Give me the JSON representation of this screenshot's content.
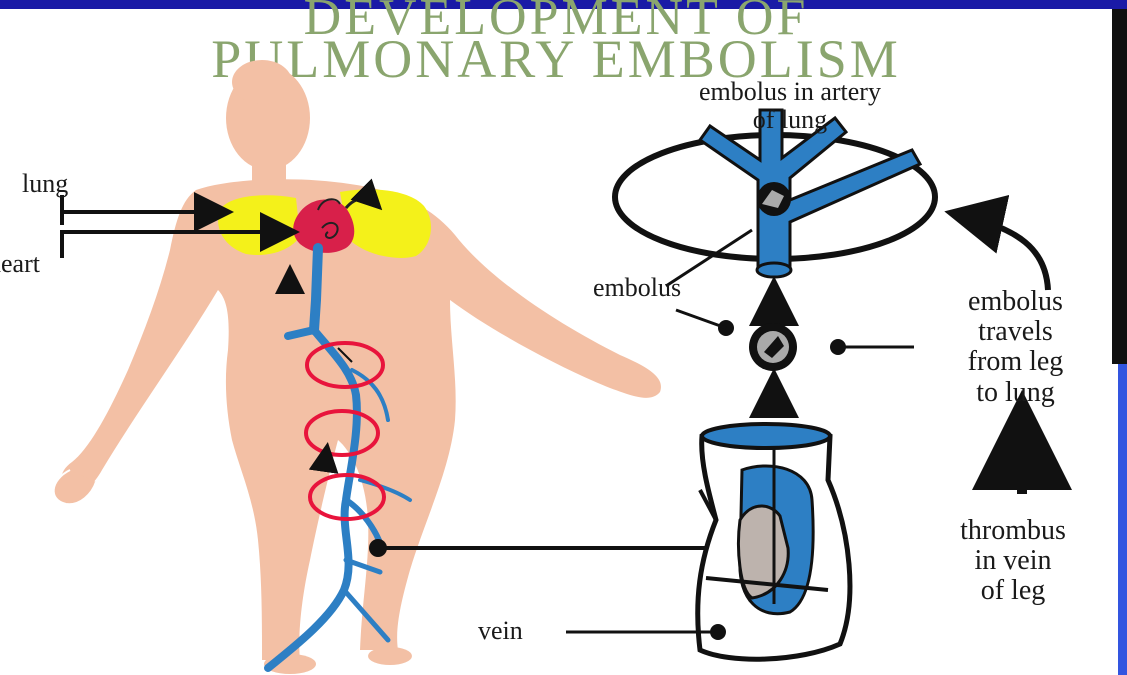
{
  "title": {
    "line1": "DEVELOPMENT OF",
    "line2": "PULMONARY EMBOLISM"
  },
  "labels": {
    "lung": "lung",
    "heart": "heart",
    "embolus_artery_line1": "embolus in artery",
    "embolus_artery_line2": "of lung",
    "embolus": "embolus",
    "travels_line1": "embolus",
    "travels_line2": "travels",
    "travels_line3": "from leg",
    "travels_line4": "to lung",
    "thrombus_line1": "thrombus",
    "thrombus_line2": "in vein",
    "thrombus_line3": "of leg",
    "vein": "vein"
  },
  "colors": {
    "title": "#8aa56e",
    "skin": "#f3c0a5",
    "lung": "#f4f11a",
    "heart": "#d8204a",
    "vessel": "#2d7fc4",
    "marker_circle": "#e8143c",
    "top_bar": "#1a1aa6",
    "right_bar_dark": "#101010",
    "right_bar_blue": "#3355e0"
  }
}
